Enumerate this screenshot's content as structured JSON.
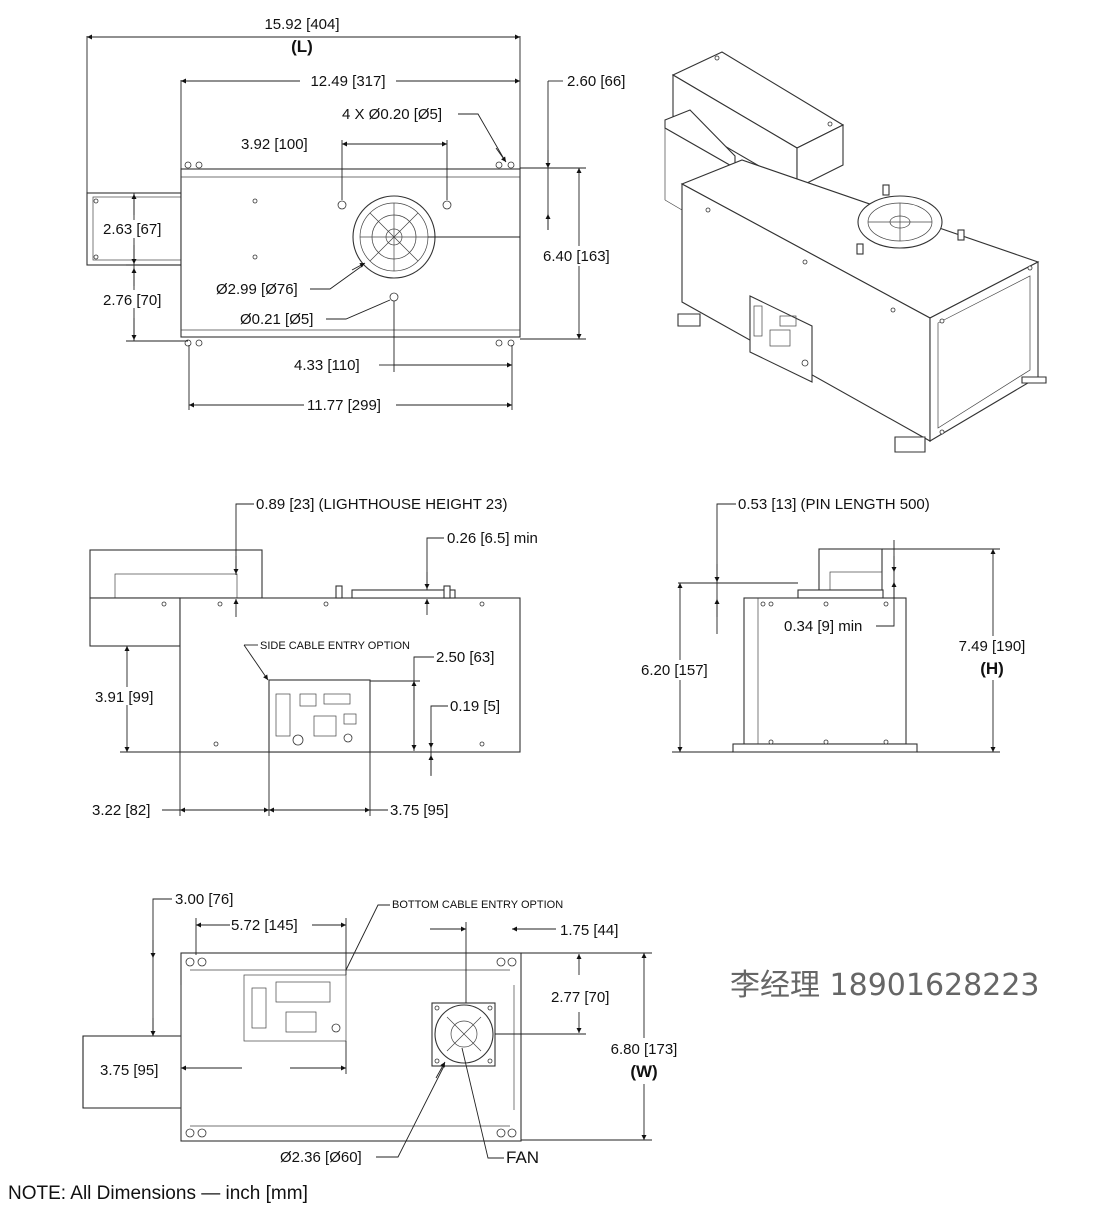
{
  "top_view": {
    "overall_length": "15.92 [404]",
    "overall_length_tag": "(L)",
    "body_length": "12.49 [317]",
    "corner_offset": "2.60 [66]",
    "mount_holes": "4 X Ø0.20 [Ø5]",
    "hole_spacing": "3.92 [100]",
    "arm_width": "2.63 [67]",
    "arm_offset": "2.76 [70]",
    "body_depth": "6.40 [163]",
    "fan_diameter": "Ø2.99 [Ø76]",
    "pin_diameter": "Ø0.21 [Ø5]",
    "pin_offset": "4.33 [110]",
    "base_hole_spacing": "11.77 [299]"
  },
  "side_view": {
    "lighthouse_height": "0.89 [23] (LIGHTHOUSE HEIGHT 23)",
    "pin_min": "0.26 [6.5] min",
    "cable_entry": "SIDE CABLE ENTRY OPTION",
    "panel_height": "2.50 [63]",
    "panel_offset": "0.19 [5]",
    "arm_height": "3.91 [99]",
    "panel_left": "3.22 [82]",
    "panel_width": "3.75 [95]"
  },
  "end_view": {
    "pin_length": "0.53 [13] (PIN LENGTH 500)",
    "pin_min": "0.34 [9] min",
    "body_height": "6.20 [157]",
    "overall_height": "7.49 [190]",
    "overall_height_tag": "(H)"
  },
  "bottom_view": {
    "arm_offset": "3.00 [76]",
    "cutout_width": "5.72 [145]",
    "cable_entry": "BOTTOM CABLE ENTRY OPTION",
    "corner_offset": "1.75 [44]",
    "fan_offset": "2.77 [70]",
    "arm_width": "3.75 [95]",
    "overall_width": "6.80 [173]",
    "overall_width_tag": "(W)",
    "fan_diameter": "Ø2.36 [Ø60]",
    "fan_label": "FAN"
  },
  "contact": "李经理 18901628223",
  "note": "NOTE: All Dimensions — inch [mm]"
}
